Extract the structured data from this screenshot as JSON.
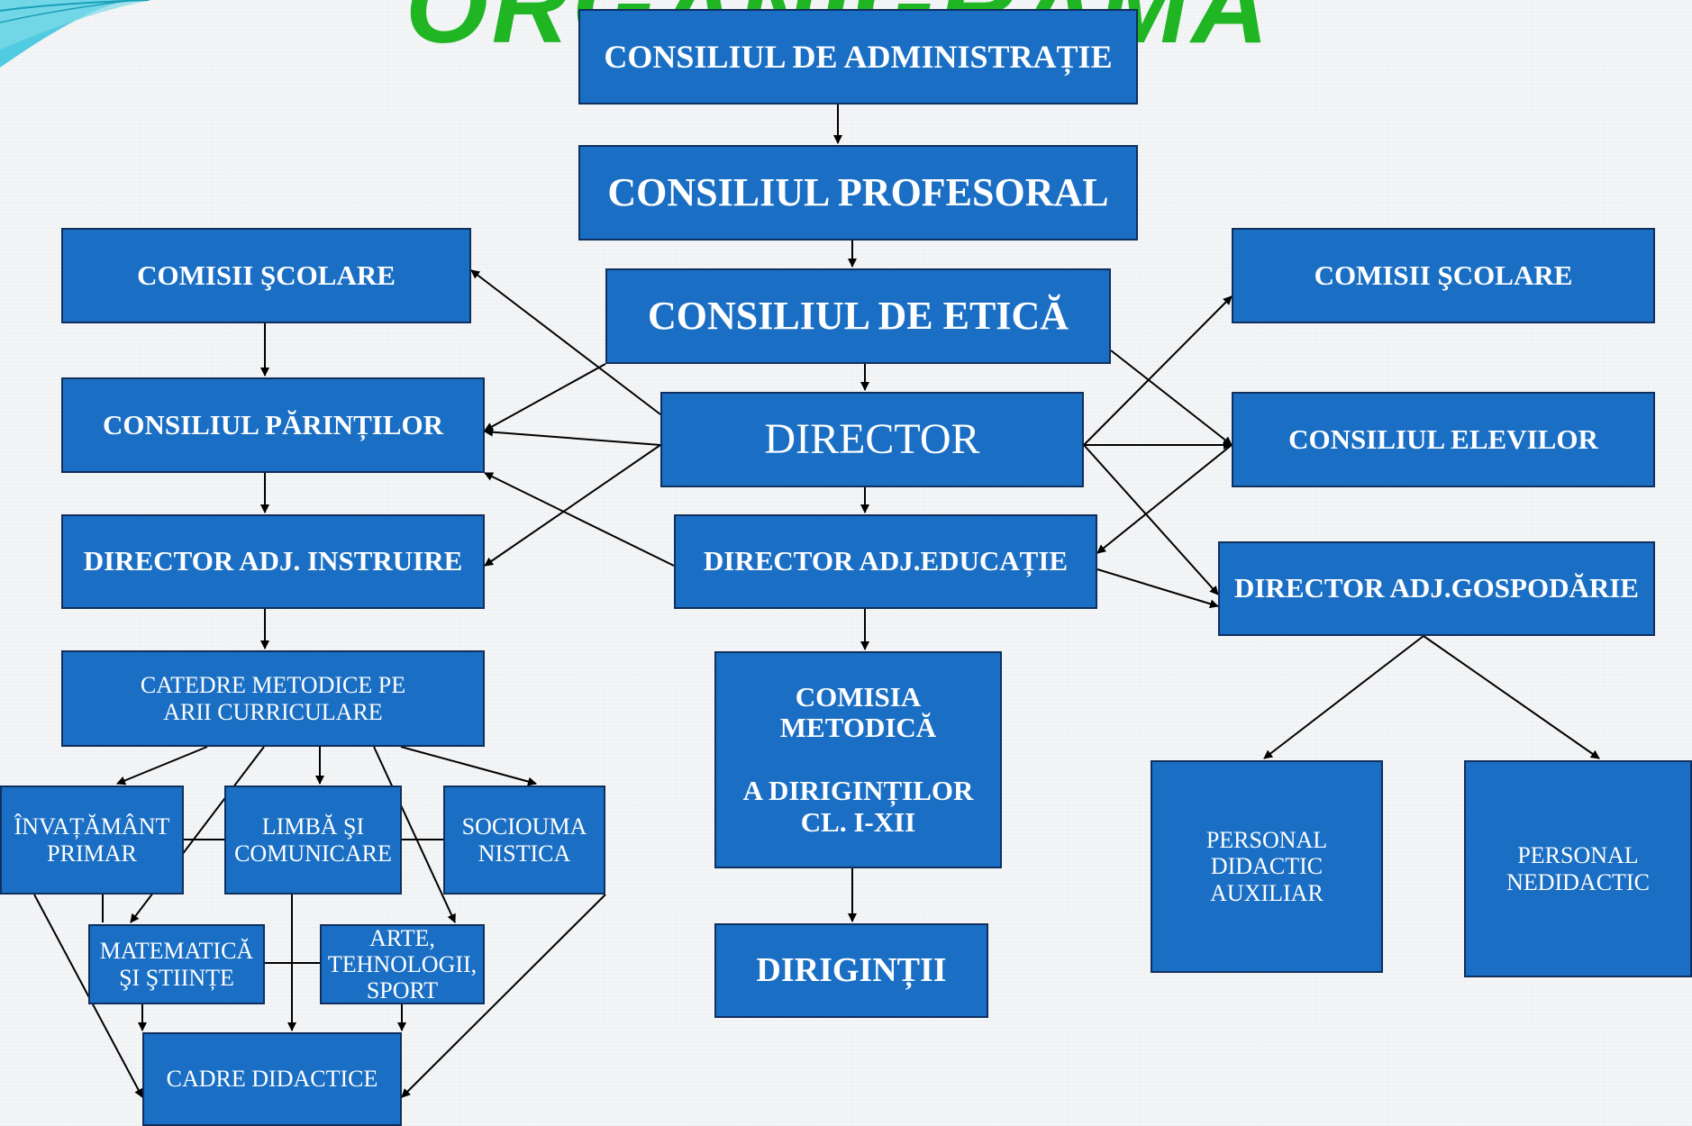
{
  "headline": "ORGANIGRAMA",
  "colors": {
    "box_fill": "#1a6fc4",
    "box_border": "#0f2f5e",
    "box_text": "#ffffff",
    "headline": "#1fb523",
    "connector": "#000000"
  },
  "nodes": {
    "consiliul_administratie": "CONSILIUL DE ADMINISTRAȚIE",
    "consiliul_profesoral": "CONSILIUL PROFESORAL",
    "consiliul_etica": "CONSILIUL DE ETICĂ",
    "director": "DIRECTOR",
    "director_adj_educatie": "DIRECTOR ADJ.EDUCAȚIE",
    "comisia_metodica_diriginti": "COMISIA METODICĂ\n\nA DIRIGINȚILOR\nCL. I-XII",
    "diriginti": "DIRIGINȚII",
    "comisii_scolare_left": "COMISII ŞCOLARE",
    "consiliul_parintilor": "CONSILIUL PĂRINȚILOR",
    "director_adj_instruire": "DIRECTOR ADJ. INSTRUIRE",
    "catedre_metodice": "CATEDRE METODICE PE\nARII CURRICULARE",
    "invatamant_primar": "ÎNVAȚĂMÂNT\nPRIMAR",
    "limba_comunicare": "LIMBĂ ŞI\nCOMUNICARE",
    "socioumanistica": "SOCIOUMA\nNISTICA",
    "matematica_stiinte": "MATEMATICĂ\nŞI ŞTIINȚE",
    "arte_tehnologii_sport": "ARTE,\nTEHNOLOGII,\nSPORT",
    "cadre_didactice": "CADRE DIDACTICE",
    "comisii_scolare_right": "COMISII ŞCOLARE",
    "consiliul_elevilor": "CONSILIUL ELEVILOR",
    "director_adj_gospodarie": "DIRECTOR ADJ.GOSPODĂRIE",
    "personal_didactic_auxiliar": "PERSONAL\nDIDACTIC\nAUXILIAR",
    "personal_nedidactic": "PERSONAL\nNEDIDACTIC"
  },
  "edges": [
    [
      "consiliul_administratie",
      "consiliul_profesoral"
    ],
    [
      "consiliul_profesoral",
      "consiliul_etica"
    ],
    [
      "consiliul_etica",
      "director"
    ],
    [
      "director",
      "director_adj_educatie"
    ],
    [
      "director_adj_educatie",
      "comisia_metodica_diriginti"
    ],
    [
      "comisia_metodica_diriginti",
      "diriginti"
    ],
    [
      "comisii_scolare_left",
      "consiliul_parintilor"
    ],
    [
      "consiliul_parintilor",
      "director_adj_instruire"
    ],
    [
      "director_adj_instruire",
      "catedre_metodice"
    ],
    [
      "director",
      "comisii_scolare_left"
    ],
    [
      "director",
      "consiliul_parintilor"
    ],
    [
      "director",
      "director_adj_instruire"
    ],
    [
      "consiliul_etica",
      "consiliul_parintilor"
    ],
    [
      "director_adj_educatie",
      "consiliul_parintilor"
    ],
    [
      "director",
      "comisii_scolare_right"
    ],
    [
      "director",
      "consiliul_elevilor"
    ],
    [
      "director",
      "director_adj_gospodarie"
    ],
    [
      "consiliul_etica",
      "consiliul_elevilor"
    ],
    [
      "consiliul_elevilor",
      "director_adj_educatie"
    ],
    [
      "director_adj_educatie",
      "director_adj_gospodarie"
    ],
    [
      "director_adj_gospodarie",
      "personal_didactic_auxiliar"
    ],
    [
      "director_adj_gospodarie",
      "personal_nedidactic"
    ],
    [
      "catedre_metodice",
      "invatamant_primar"
    ],
    [
      "catedre_metodice",
      "limba_comunicare"
    ],
    [
      "catedre_metodice",
      "socioumanistica"
    ],
    [
      "catedre_metodice",
      "matematica_stiinte"
    ],
    [
      "catedre_metodice",
      "arte_tehnologii_sport"
    ],
    [
      "invatamant_primar",
      "cadre_didactice"
    ],
    [
      "limba_comunicare",
      "cadre_didactice"
    ],
    [
      "socioumanistica",
      "cadre_didactice"
    ],
    [
      "matematica_stiinte",
      "cadre_didactice"
    ],
    [
      "arte_tehnologii_sport",
      "cadre_didactice"
    ]
  ]
}
